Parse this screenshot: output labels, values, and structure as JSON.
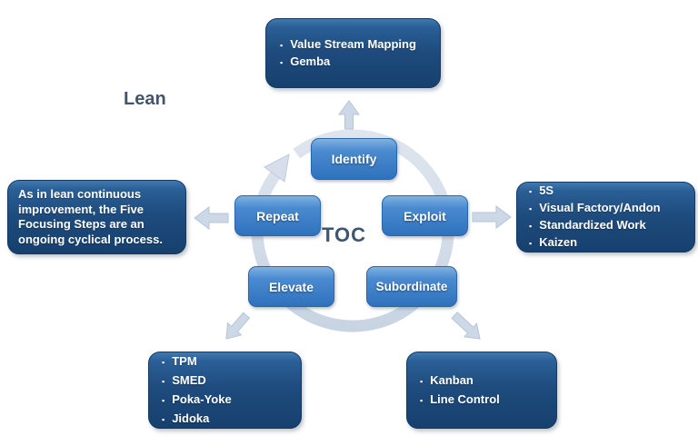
{
  "labels": {
    "lean": "Lean",
    "toc": "TOC"
  },
  "ui": {
    "bullet": "▪"
  },
  "steps": {
    "identify": "Identify",
    "exploit": "Exploit",
    "subordinate": "Subordinate",
    "elevate": "Elevate",
    "repeat": "Repeat"
  },
  "boxes": {
    "top": {
      "items": [
        "Value Stream Mapping",
        "Gemba"
      ]
    },
    "right": {
      "items": [
        "5S",
        "Visual Factory/Andon",
        "Standardized Work",
        "Kaizen"
      ]
    },
    "bottom_left": {
      "items": [
        "TPM",
        "SMED",
        "Poka-Yoke",
        "Jidoka"
      ]
    },
    "bottom_right": {
      "items": [
        "Kanban",
        "Line Control"
      ]
    },
    "left_note": {
      "text": "As in lean continuous improvement, the Five Focusing Steps are an ongoing cyclical process."
    }
  },
  "colors": {
    "outer_box_blue": "#1e4b7d",
    "step_button_blue": "#3a7cc4",
    "ring_gray_blue": "#d3dce8",
    "arrow_gray_blue": "#cfdae8",
    "heading_text": "#44546a"
  }
}
